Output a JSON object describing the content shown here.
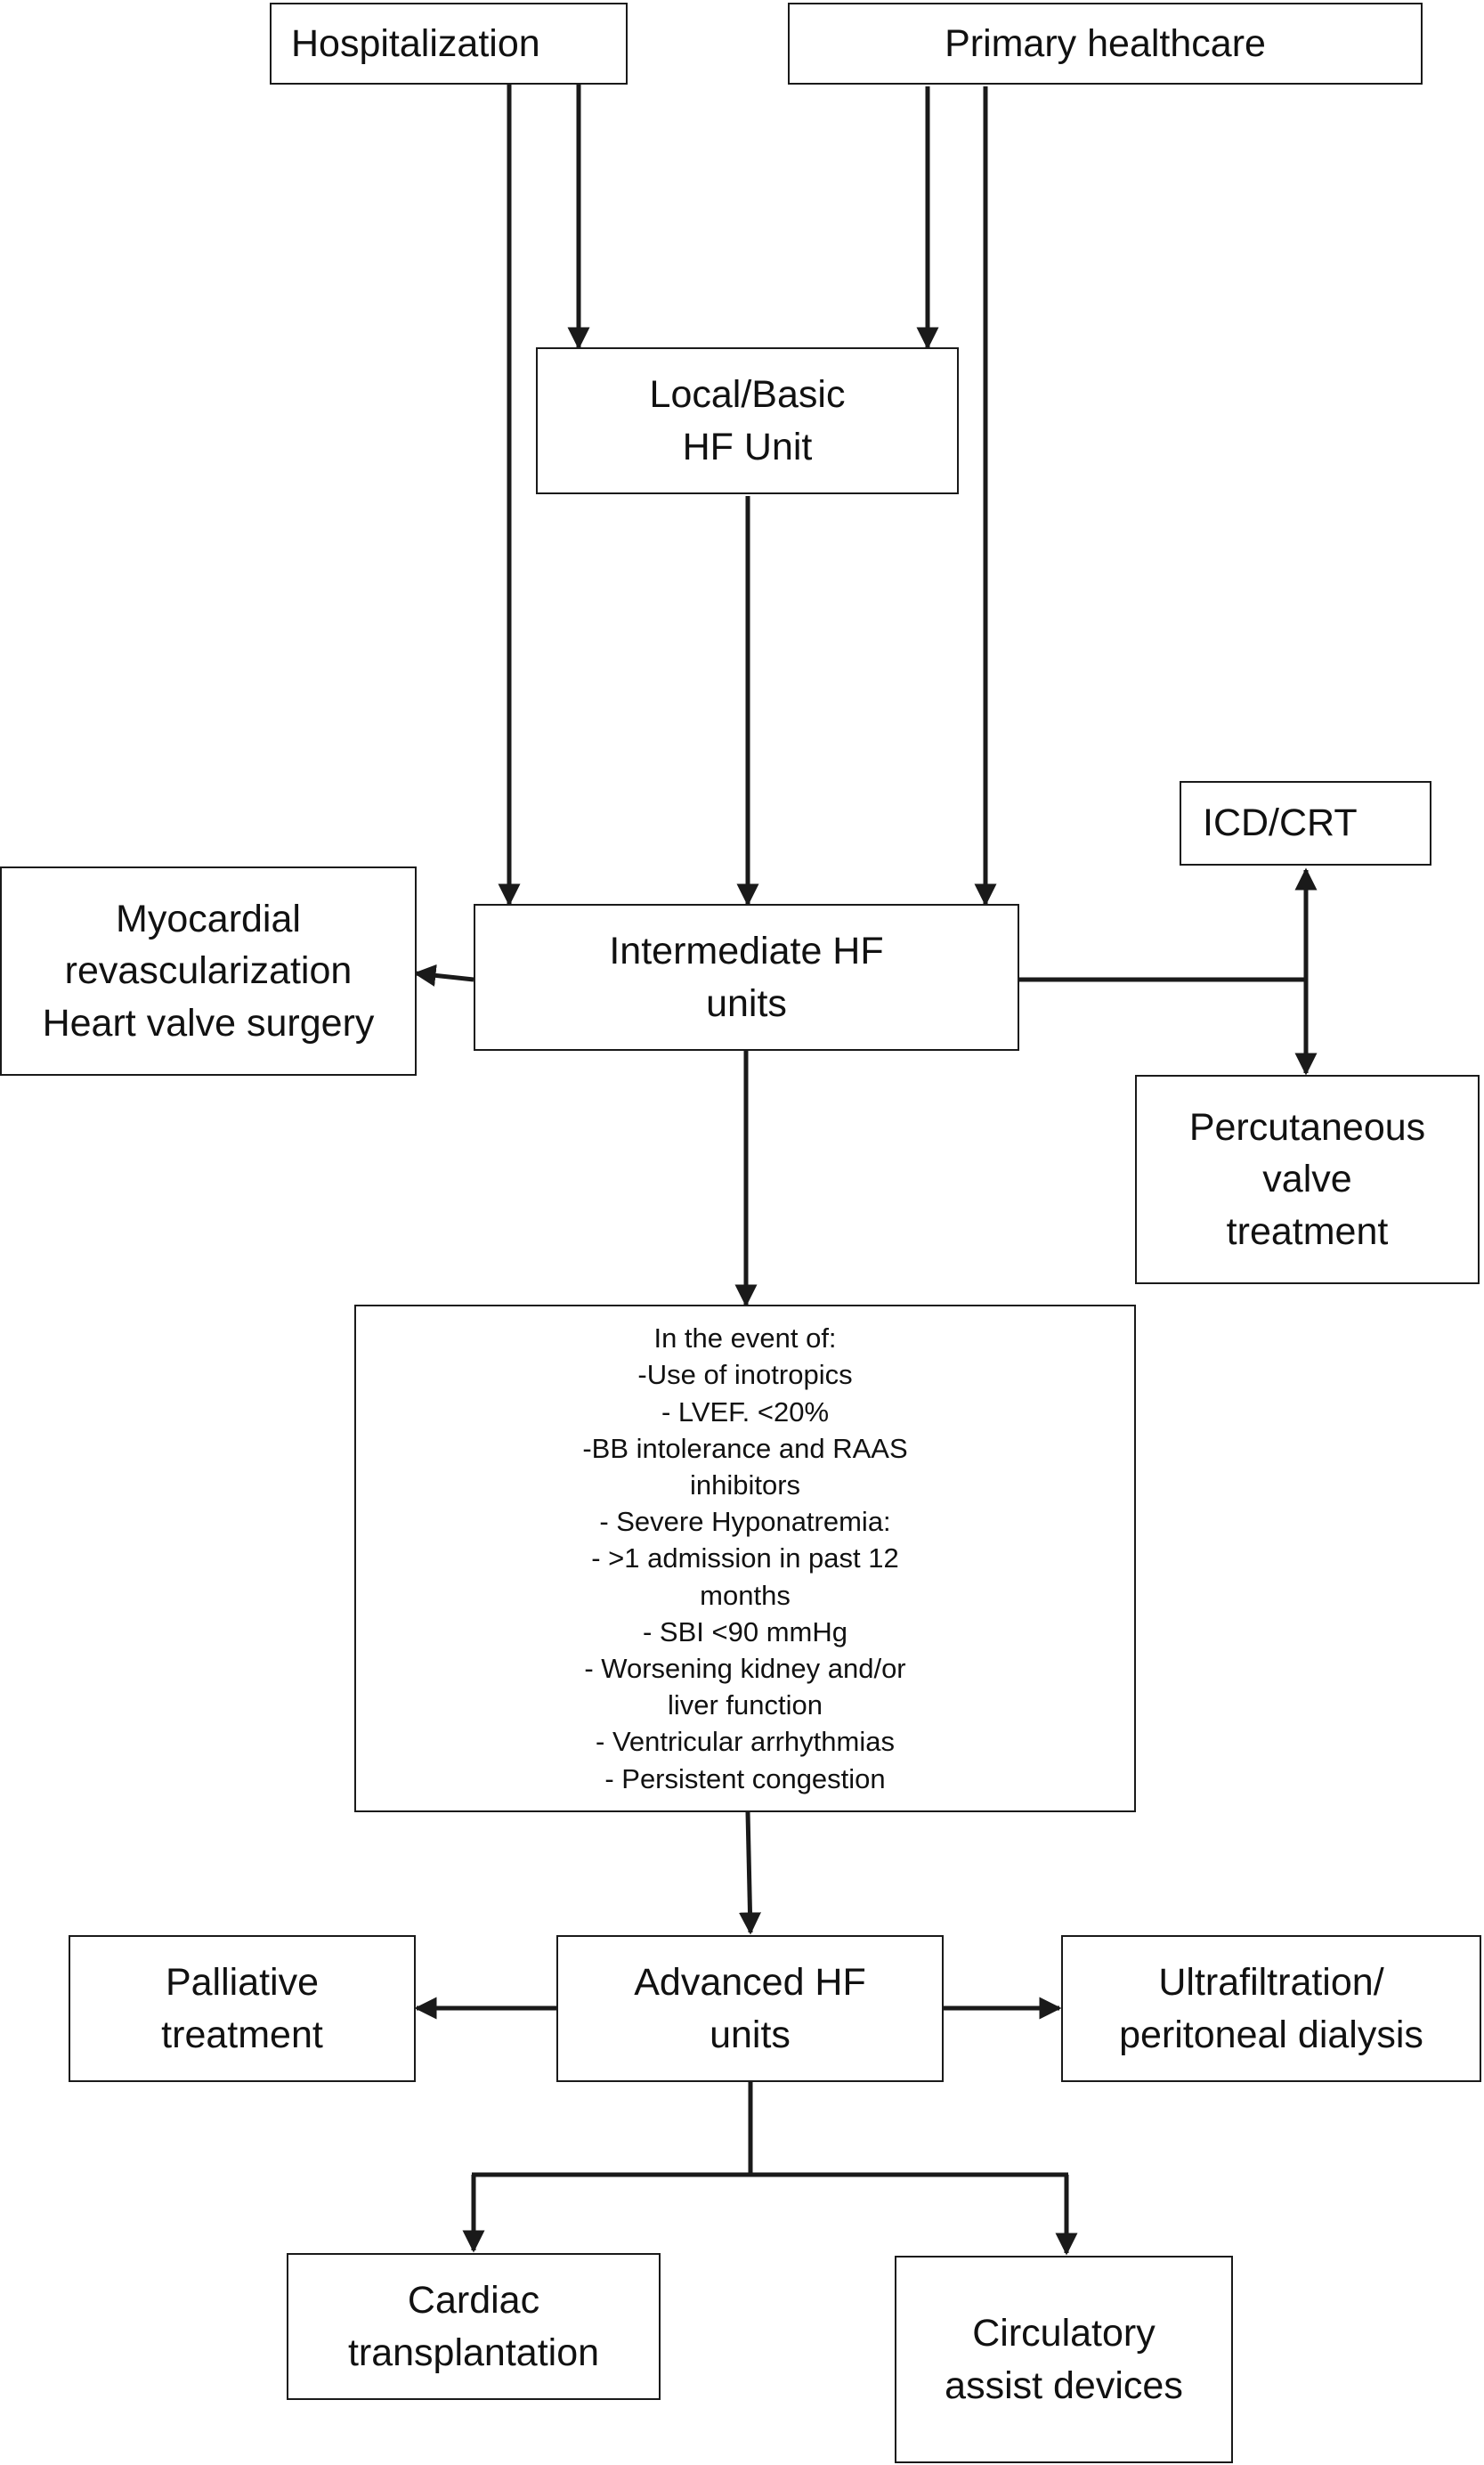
{
  "colors": {
    "line": "#1a1a1a",
    "text": "#111111",
    "background": "#ffffff"
  },
  "nodes": {
    "hospitalization": "Hospitalization",
    "primary_healthcare": "Primary healthcare",
    "local_basic_unit": "Local/Basic\nHF Unit",
    "icd_crt": "ICD/CRT",
    "revascularization": "Myocardial\nrevascularization\nHeart valve surgery",
    "intermediate_units": "Intermediate HF\nunits",
    "percutaneous_valve": "Percutaneous\nvalve\ntreatment",
    "criteria": "In the event of:\n-Use of inotropics\n- LVEF. <20%\n-BB intolerance and RAAS\ninhibitors\n- Severe Hyponatremia:\n- >1 admission in past 12\nmonths\n- SBI <90 mmHg\n- Worsening kidney and/or\nliver function\n- Ventricular arrhythmias\n- Persistent congestion",
    "palliative": "Palliative\ntreatment",
    "advanced_units": "Advanced HF\nunits",
    "ultrafiltration": "Ultrafiltration/\nperitoneal dialysis",
    "transplantation": "Cardiac\ntransplantation",
    "assist_devices": "Circulatory\nassist devices"
  }
}
